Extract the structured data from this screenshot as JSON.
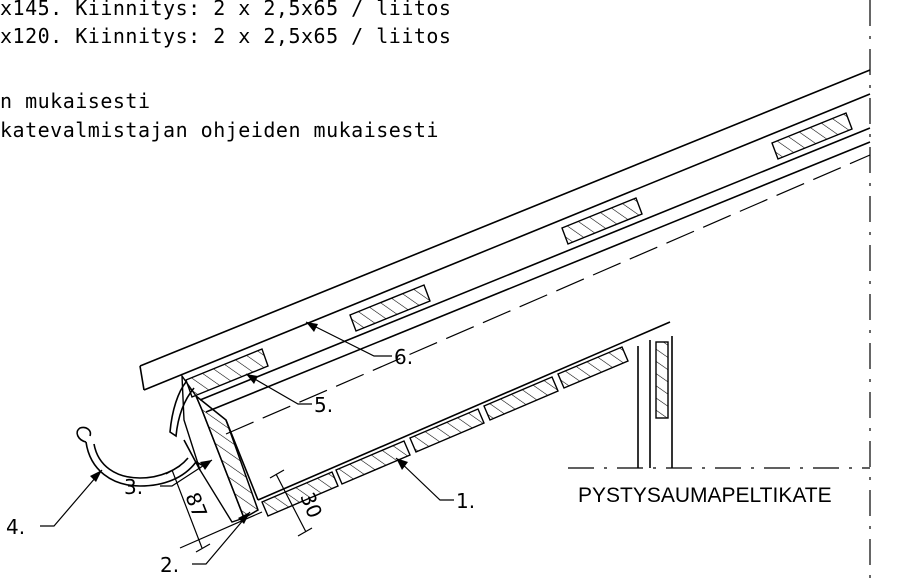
{
  "notes": [
    "x145. Kiinnitys: 2 x 2,5x65 / liitos",
    "x120. Kiinnitys: 2 x 2,5x65 / liitos",
    "",
    "n mukaisesti",
    "katevalmistajan ohjeiden mukaisesti"
  ],
  "callouts": {
    "c1": "1.",
    "c2": "2.",
    "c3": "3.",
    "c4": "4.",
    "c5": "5.",
    "c6": "6."
  },
  "dimensions": {
    "d87": "87",
    "d30": "30"
  },
  "title": "PYSTYSAUMAPELTIKATE"
}
